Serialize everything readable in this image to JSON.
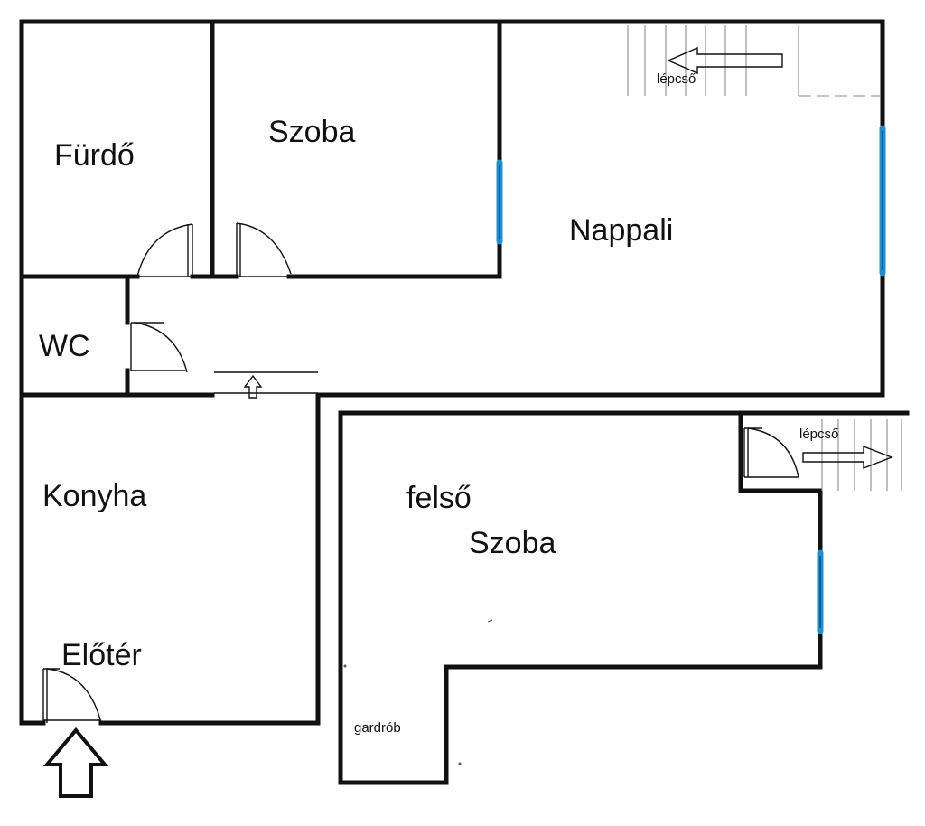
{
  "rooms": {
    "furdo": "Fürdő",
    "szoba": "Szoba",
    "nappali": "Nappali",
    "wc": "WC",
    "konyha": "Konyha",
    "eloter": "Előtér",
    "felso_line1": "felső",
    "felso_line2": "Szoba",
    "gardrob": "gardrób"
  },
  "stairs": {
    "upper_label": "lépcső",
    "lower_label": "lépcső"
  },
  "colors": {
    "walls": "#111111",
    "windows": "#1a8fd4",
    "background": "#ffffff"
  }
}
